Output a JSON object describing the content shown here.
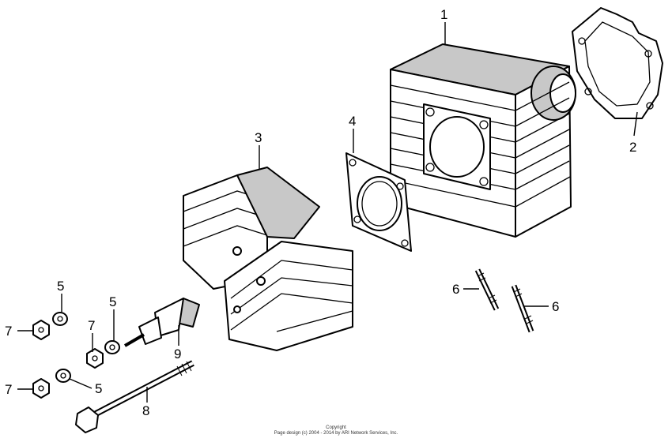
{
  "callouts": {
    "c1": "1",
    "c2": "2",
    "c3": "3",
    "c4": "4",
    "c5a": "5",
    "c5b": "5",
    "c5c": "5",
    "c6a": "6",
    "c6b": "6",
    "c7a": "7",
    "c7b": "7",
    "c7c": "7",
    "c8": "8",
    "c9": "9"
  },
  "footer": {
    "line1": "Copyright",
    "line2": "Page design (c) 2004 - 2014 by ARI Network Services, Inc."
  }
}
